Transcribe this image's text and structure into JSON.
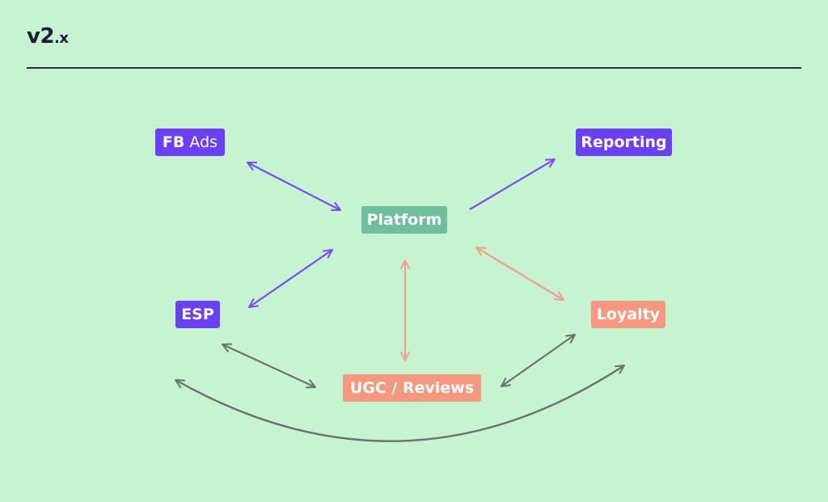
{
  "header": {
    "title_main": "v2",
    "title_suffix": ".x"
  },
  "colors": {
    "background": "#c6f3d0",
    "purple": "#6b3ff6",
    "green": "#6dbf9d",
    "salmon": "#f69880",
    "gray_arrow": "#6f6f6f",
    "purple_arrow": "#7a4bf5",
    "salmon_arrow": "#f3a08a"
  },
  "nodes": {
    "fb_ads": {
      "bold": "FB",
      "light": " Ads",
      "color": "purple"
    },
    "reporting": {
      "label": "Reporting",
      "color": "purple"
    },
    "platform": {
      "label": "Platform",
      "color": "green"
    },
    "esp": {
      "label": "ESP",
      "color": "purple"
    },
    "loyalty": {
      "label": "Loyalty",
      "color": "salmon"
    },
    "ugc": {
      "label": "UGC / Reviews",
      "color": "salmon"
    }
  },
  "edges": [
    {
      "from": "fb_ads",
      "to": "platform",
      "direction": "both",
      "color": "purple"
    },
    {
      "from": "platform",
      "to": "reporting",
      "direction": "forward",
      "color": "purple"
    },
    {
      "from": "esp",
      "to": "platform",
      "direction": "both",
      "color": "purple"
    },
    {
      "from": "platform",
      "to": "ugc",
      "direction": "both",
      "color": "salmon"
    },
    {
      "from": "platform",
      "to": "loyalty",
      "direction": "both",
      "color": "salmon"
    },
    {
      "from": "esp",
      "to": "ugc",
      "direction": "both",
      "color": "gray"
    },
    {
      "from": "ugc",
      "to": "loyalty",
      "direction": "both",
      "color": "gray"
    },
    {
      "from": "esp",
      "to": "loyalty",
      "direction": "both",
      "color": "gray",
      "curved": true
    }
  ]
}
